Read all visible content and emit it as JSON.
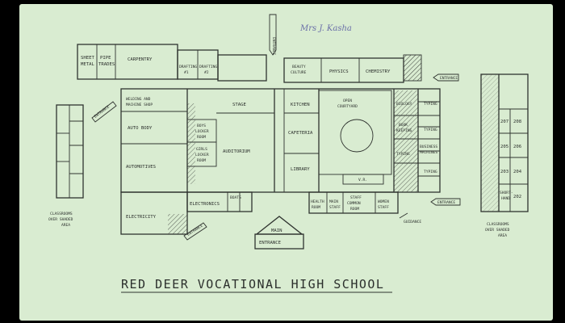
{
  "title": "RED DEER VOCATIONAL HIGH SCHOOL",
  "signature": "Mrs J. Kasha",
  "main_entrance": [
    "MAIN",
    "ENTRANCE"
  ],
  "entrance_label": "ENTRANCE",
  "guidance_label": "GUIDANCE",
  "left_annex_caption": [
    "CLASSROOMS",
    "OVER SHADED",
    "AREA"
  ],
  "right_annex_caption": [
    "CLASSROOMS",
    "OVER SHADED",
    "AREA"
  ],
  "rooms": {
    "sheet_metal": [
      "SHEET",
      "METAL"
    ],
    "pipe_trades": [
      "PIPE",
      "TRADES"
    ],
    "carpentry": "CARPENTRY",
    "drafting_1": [
      "DRAFTING",
      "#1"
    ],
    "drafting_2": [
      "DRAFTING",
      "#2"
    ],
    "beauty_culture": [
      "BEAUTY",
      "CULTURE"
    ],
    "physics": "PHYSICS",
    "chemistry": "CHEMISTRY",
    "welding": [
      "WELDING AND",
      "MACHINE SHOP"
    ],
    "auto_body": "AUTO BODY",
    "automotives": "AUTOMOTIVES",
    "electricity": "ELECTRICITY",
    "boys_locker": [
      "BOYS",
      "LOCKER",
      "ROOM"
    ],
    "girls_locker": [
      "GIRLS",
      "LOCKER",
      "ROOM"
    ],
    "stage": "STAGE",
    "auditorium": "AUDITORIUM",
    "kitchen": "KITCHEN",
    "open_courtyard": [
      "OPEN",
      "COURTYARD"
    ],
    "cafeteria": "CAFETERIA",
    "library": "LIBRARY",
    "vr": "V.R.",
    "electronics": "ELECTRONICS",
    "boats": "BOATS",
    "health_room": [
      "HEALTH",
      "ROOM"
    ],
    "main_staff": [
      "MAIN",
      "STAFF"
    ],
    "staff_common": [
      "STAFF",
      "COMMON",
      "ROOM"
    ],
    "womens_staff": [
      "WOMEN",
      "STAFF"
    ],
    "biology": "BIOLOGY",
    "typing_1": "TYPING",
    "book_keeping": [
      "BOOK",
      "KEEPING"
    ],
    "typing_2": "TYPING",
    "typing_3": "TYPING",
    "business_machines": [
      "BUSINESS",
      "MACHINES"
    ],
    "typing_4": "TYPING",
    "r207": "207",
    "r208": "208",
    "r205": "205",
    "r206": "206",
    "r203": "203",
    "r204": "204",
    "shorthand": [
      "SHORT-",
      "HAND"
    ],
    "r202": "202"
  },
  "colors": {
    "background": "#000000",
    "paper": "#d9ecd1",
    "ink": "#2f332f",
    "signature_ink": "#6a6fa8"
  }
}
